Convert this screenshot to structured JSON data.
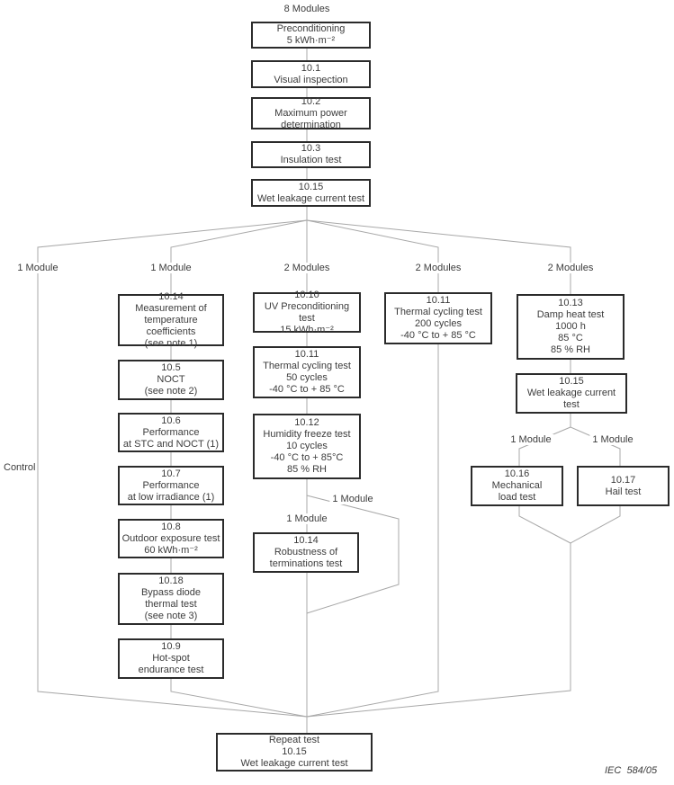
{
  "diagram": {
    "top_label": "8 Modules",
    "control_label": "Control",
    "credit": "IEC  584/05",
    "branch_labels": [
      {
        "text": "1 Module"
      },
      {
        "text": "1 Module"
      },
      {
        "text": "2 Modules"
      },
      {
        "text": "2 Modules"
      },
      {
        "text": "2 Modules"
      }
    ],
    "inline_labels": {
      "bypass_one_module": "1 Module",
      "robustness_one_module": "1 Module",
      "mechanical_one_module": "1 Module",
      "hail_one_module": "1 Module"
    },
    "nodes": {
      "preconditioning": "Preconditioning\n5 kWh·m⁻²",
      "visual_inspection": "10.1\nVisual inspection",
      "max_power": "10.2\nMaximum power\ndetermination",
      "insulation": "10.3\nInsulation test",
      "wet_leakage_top": "10.15\nWet leakage current test",
      "temp_coefficients": "10.14\nMeasurement of\ntemperature coefficients\n(see note 1)",
      "noct": "10.5\nNOCT\n(see note 2)",
      "perf_stc_noct": "10.6\nPerformance\nat STC and NOCT (1)",
      "perf_low_irradiance": "10.7\nPerformance\nat low irradiance (1)",
      "outdoor_exposure": "10.8\nOutdoor exposure test\n60 kWh·m⁻²",
      "bypass_diode": "10.18\nBypass diode\nthermal test\n(see note 3)",
      "hot_spot": "10.9\nHot-spot\nendurance test",
      "uv_preconditioning": "10.10\nUV Preconditioning test\n15 kWh·m⁻²",
      "thermal_cycling_50": "10.11\nThermal cycling test\n50 cycles\n-40 °C to + 85 °C",
      "humidity_freeze": "10.12\nHumidity freeze test\n10 cycles\n-40 °C to + 85°C\n85 % RH",
      "robustness_terminations": "10.14\nRobustness of\nterminations test",
      "thermal_cycling_200": "10.11\nThermal cycling test\n200 cycles\n-40 °C to + 85 °C",
      "damp_heat": "10.13\nDamp heat test\n1000 h\n85 °C\n85 % RH",
      "wet_leakage_damp": "10.15\nWet leakage current\ntest",
      "mechanical_load": "10.16\nMechanical\nload test",
      "hail_test": "10.17\nHail test",
      "repeat_test": "Repeat test\n10.15\nWet leakage current test"
    }
  }
}
